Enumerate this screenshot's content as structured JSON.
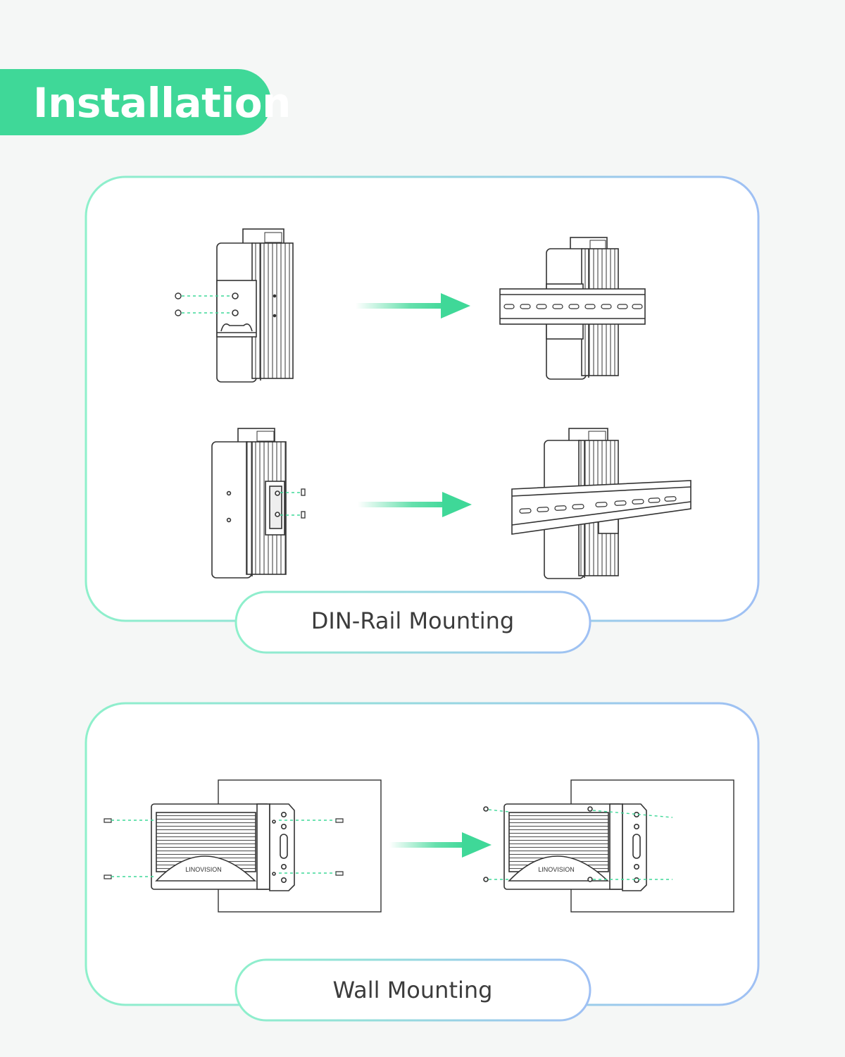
{
  "page_title": "Installation",
  "sections": [
    {
      "label": "DIN-Rail Mounting"
    },
    {
      "label": "Wall Mounting"
    }
  ],
  "brand_text": "LINOVISION",
  "colors": {
    "accent": "#3fd898",
    "gradient_start": "#8ef0cb",
    "gradient_end": "#9fc0f4",
    "arrow": "#3fd898"
  }
}
